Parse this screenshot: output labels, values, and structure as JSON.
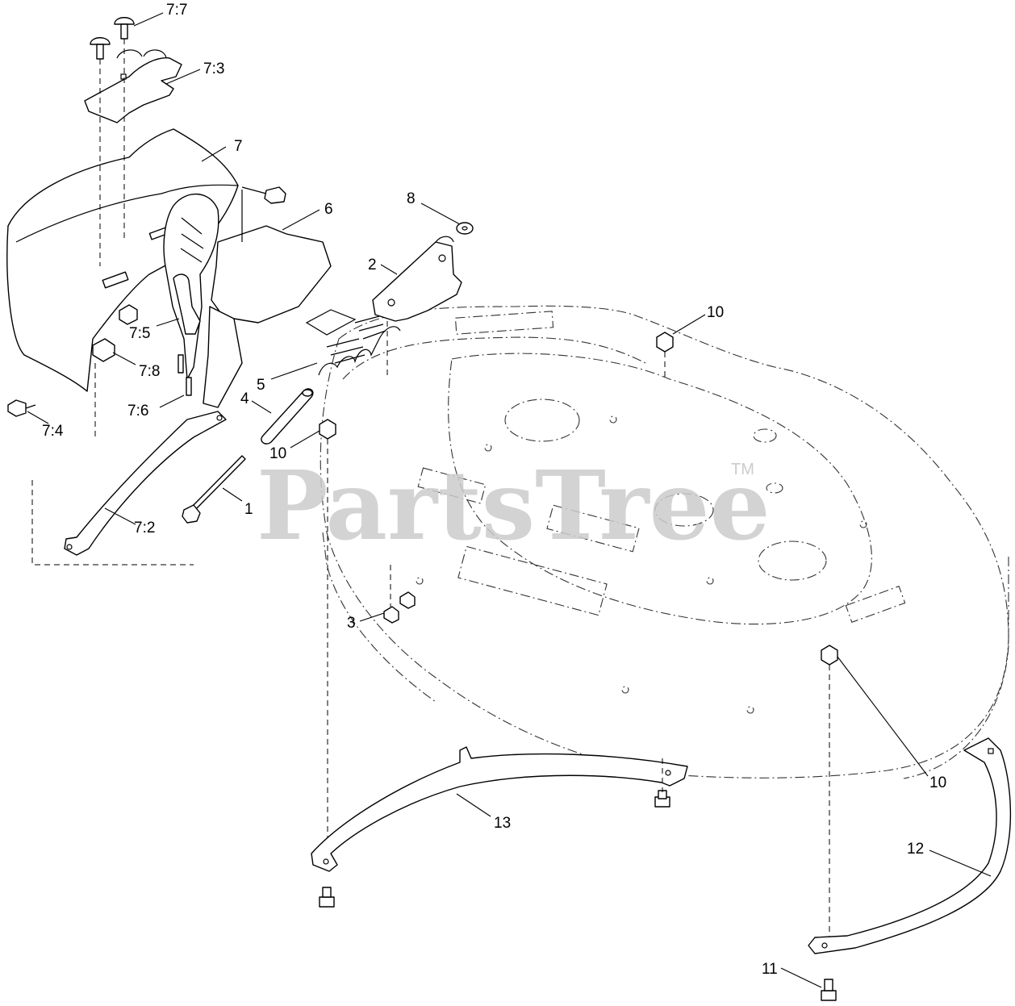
{
  "watermark": {
    "brand": "PartsTree",
    "trademark": "TM"
  },
  "callouts": [
    {
      "id": "7_7",
      "text": "7:7"
    },
    {
      "id": "7_3",
      "text": "7:3"
    },
    {
      "id": "7",
      "text": "7"
    },
    {
      "id": "6",
      "text": "6"
    },
    {
      "id": "8",
      "text": "8"
    },
    {
      "id": "2",
      "text": "2"
    },
    {
      "id": "10a",
      "text": "10"
    },
    {
      "id": "7_5",
      "text": "7:5"
    },
    {
      "id": "7_8",
      "text": "7:8"
    },
    {
      "id": "5",
      "text": "5"
    },
    {
      "id": "7_6",
      "text": "7:6"
    },
    {
      "id": "4",
      "text": "4"
    },
    {
      "id": "7_4",
      "text": "7:4"
    },
    {
      "id": "10b",
      "text": "10"
    },
    {
      "id": "1",
      "text": "1"
    },
    {
      "id": "7_2",
      "text": "7:2"
    },
    {
      "id": "3",
      "text": "3"
    },
    {
      "id": "10c",
      "text": "10"
    },
    {
      "id": "13",
      "text": "13"
    },
    {
      "id": "12",
      "text": "12"
    },
    {
      "id": "11",
      "text": "11"
    }
  ]
}
